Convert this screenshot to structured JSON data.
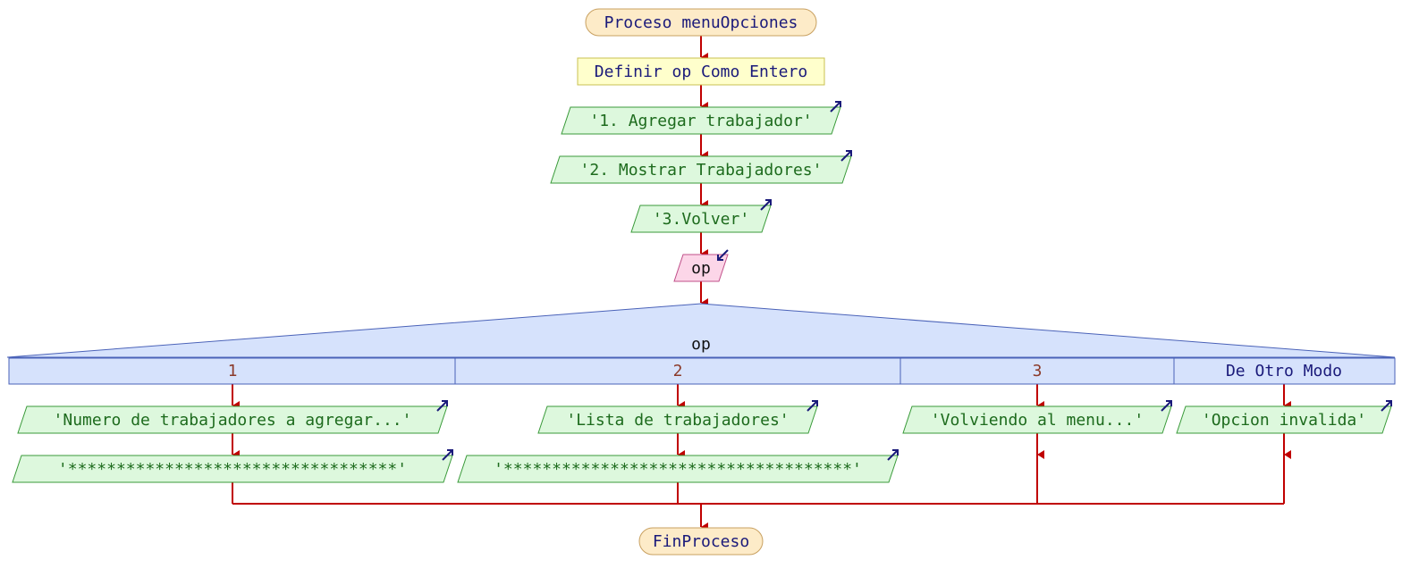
{
  "process": {
    "start_label": "Proceso menuOpciones",
    "define_label": "Definir op Como Entero",
    "outputs": [
      "'1. Agregar trabajador'",
      "'2. Mostrar Trabajadores'",
      "'3.Volver'"
    ],
    "input_label": "op",
    "end_label": "FinProceso"
  },
  "switch": {
    "variable": "op",
    "cases": [
      {
        "label": "1",
        "steps": [
          "'Numero de trabajadores a agregar...'",
          "'**********************************'"
        ]
      },
      {
        "label": "2",
        "steps": [
          "'Lista de trabajadores'",
          "'************************************'"
        ]
      },
      {
        "label": "3",
        "steps": [
          "'Volviendo al menu...'"
        ]
      },
      {
        "label": "De Otro Modo",
        "steps": [
          "'Opcion invalida'"
        ]
      }
    ]
  },
  "colors": {
    "flow_line": "#c00000",
    "terminal_fill": "#fdebc8",
    "terminal_stroke": "#c8a060",
    "define_fill": "#ffffcc",
    "define_stroke": "#c8c050",
    "output_fill": "#ddf8dd",
    "output_stroke": "#3a9a3a",
    "input_fill": "#fcd6e8",
    "input_stroke": "#c0508a",
    "switch_fill": "#d6e2fc",
    "switch_stroke": "#4a62b8",
    "io_arrow": "#1a1a7a"
  },
  "icons": {
    "output_marker": "arrow-out-icon",
    "input_marker": "arrow-in-icon"
  }
}
